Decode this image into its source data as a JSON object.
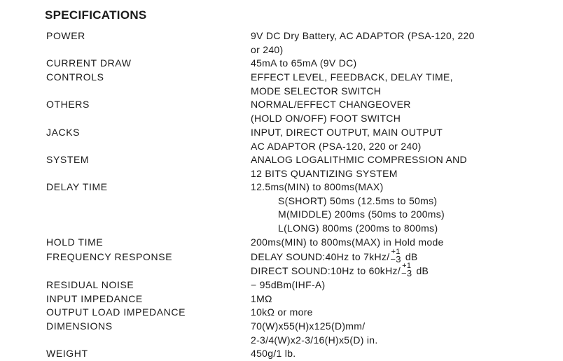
{
  "heading": "SPECIFICATIONS",
  "specs": {
    "power": {
      "label": "POWER",
      "lines": [
        "9V DC Dry Battery, AC ADAPTOR (PSA-120, 220",
        "or 240)"
      ]
    },
    "current_draw": {
      "label": "CURRENT DRAW",
      "lines": [
        "45mA to 65mA (9V DC)"
      ]
    },
    "controls": {
      "label": "CONTROLS",
      "lines": [
        "EFFECT LEVEL, FEEDBACK, DELAY TIME,",
        "MODE SELECTOR SWITCH"
      ]
    },
    "others": {
      "label": "OTHERS",
      "lines": [
        "NORMAL/EFFECT CHANGEOVER",
        "(HOLD ON/OFF)  FOOT SWITCH"
      ]
    },
    "jacks": {
      "label": "JACKS",
      "lines": [
        "INPUT, DIRECT OUTPUT, MAIN OUTPUT",
        "AC ADAPTOR (PSA-120, 220 or 240)"
      ]
    },
    "system": {
      "label": "SYSTEM",
      "lines": [
        "ANALOG LOGALITHMIC COMPRESSION AND",
        "12 BITS QUANTIZING SYSTEM"
      ]
    },
    "delay_time": {
      "label": "DELAY TIME",
      "lines": [
        "12.5ms(MIN) to 800ms(MAX)",
        "S(SHORT) 50ms (12.5ms to 50ms)",
        "M(MIDDLE) 200ms (50ms to 200ms)",
        "L(LONG) 800ms (200ms to 800ms)"
      ]
    },
    "hold_time": {
      "label": "HOLD TIME",
      "lines": [
        "200ms(MIN) to 800ms(MAX) in Hold mode"
      ]
    },
    "frequency_response": {
      "label": "FREQUENCY RESPONSE",
      "delay_sound": {
        "text": "DELAY SOUND:40Hz to 7kHz/",
        "tol_hi": "+1",
        "tol_lo": "−3",
        "unit": "dB"
      },
      "direct_sound": {
        "text": "DIRECT SOUND:10Hz to 60kHz/",
        "tol_hi": "+1",
        "tol_lo": "−3",
        "unit": "dB"
      }
    },
    "residual_noise": {
      "label": "RESIDUAL NOISE",
      "lines": [
        "− 95dBm(IHF-A)"
      ]
    },
    "input_impedance": {
      "label": "INPUT IMPEDANCE",
      "lines": [
        "1MΩ"
      ]
    },
    "output_load_impedance": {
      "label": "OUTPUT LOAD IMPEDANCE",
      "lines": [
        "10kΩ or more"
      ]
    },
    "dimensions": {
      "label": "DIMENSIONS",
      "lines": [
        "70(W)x55(H)x125(D)mm/",
        "2-3/4(W)x2-3/16(H)x5(D) in."
      ]
    },
    "weight": {
      "label": "WEIGHT",
      "lines": [
        "450g/1 lb."
      ]
    }
  }
}
